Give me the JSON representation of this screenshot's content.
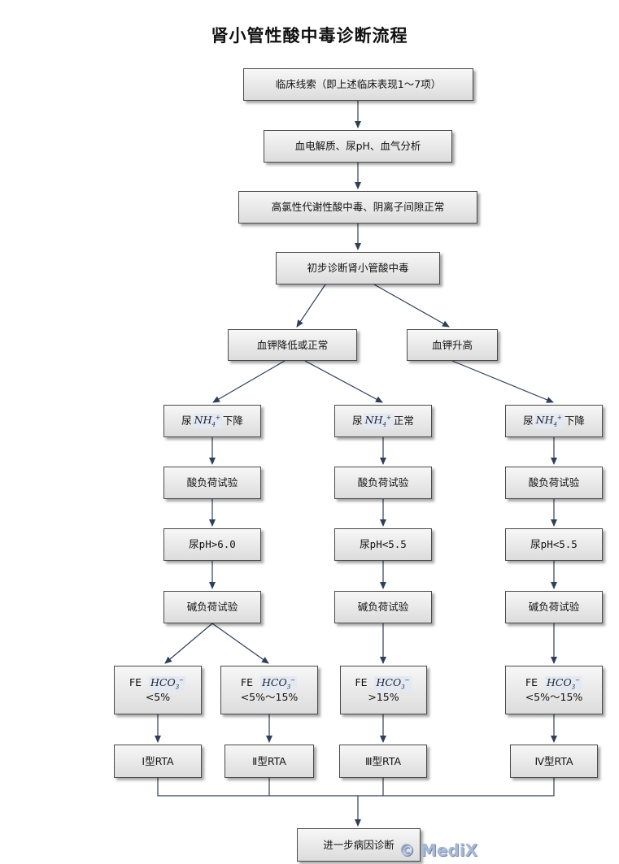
{
  "title": "肾小管性酸中毒诊断流程",
  "chem": {
    "nh4": "NH",
    "hco3": "HCO"
  },
  "nodes": {
    "clinical_clues": "临床线索（即上述临床表现1～7项）",
    "lab_analysis": "血电解质、尿pH、血气分析",
    "hyperchloremic": "高氯性代谢性酸中毒、阴离子间隙正常",
    "initial_dx": "初步诊断肾小管酸中毒",
    "k_low_normal": "血钾降低或正常",
    "k_high": "血钾升高",
    "urine_prefix": "尿",
    "urine_down_suffix": "下降",
    "urine_normal_suffix": "正常",
    "acid_load": "酸负荷试验",
    "ph_gt_6": "尿pH>6.0",
    "ph_lt_55": "尿pH<5.5",
    "alkali_load": "碱负荷试验",
    "fe_prefix": "FE",
    "fe_lt5": "<5%",
    "fe_5_15": "<5%～15%",
    "fe_gt15": ">15%",
    "rta1": "Ⅰ型RTA",
    "rta2": "Ⅱ型RTA",
    "rta3": "Ⅲ型RTA",
    "rta4": "Ⅳ型RTA",
    "further": "进一步病因诊断"
  },
  "watermark": "© MediX",
  "colors": {
    "line": "#2f3f5a",
    "box_border": "#4a4a4a"
  }
}
